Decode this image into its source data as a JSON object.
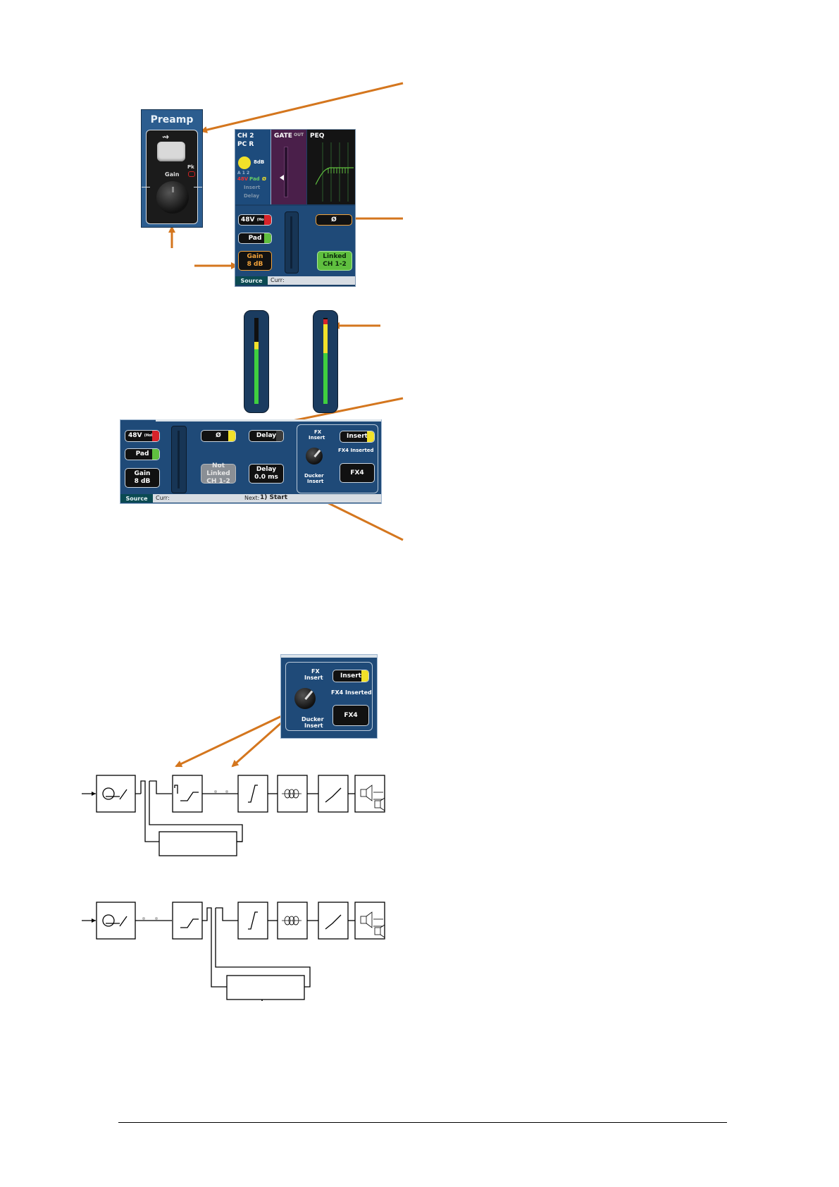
{
  "preamp_panel": {
    "title": "Preamp",
    "gain_label": "Gain",
    "pk_label": "Pk"
  },
  "channel_screen": {
    "ch_name": "CH 2",
    "ch_source": "PC R",
    "gain_small": "8dB",
    "ab_label": "A 1 2",
    "phantom_small": "48V",
    "pad_small": "Pad",
    "polarity_small": "Ø",
    "insert_small": "Insert",
    "delay_small": "Delay",
    "gate_label": "GATE",
    "gate_state": "OUT",
    "peq_label": "PEQ",
    "btn_48v": "48V",
    "btn_48v_hold": "(Hold)",
    "btn_pad": "Pad",
    "btn_gain_label": "Gain",
    "btn_gain_value": "8 dB",
    "btn_phase": "Ø",
    "btn_linked_1": "Linked",
    "btn_linked_2": "CH 1-2",
    "tab_source": "Source",
    "status_curr": "Curr:"
  },
  "source_strip": {
    "btn_48v": "48V",
    "btn_48v_hold": "(Hold)",
    "btn_pad": "Pad",
    "btn_gain_label": "Gain",
    "btn_gain_value": "8 dB",
    "btn_phase": "Ø",
    "btn_delay": "Delay",
    "btn_notlinked_1": "Not Linked",
    "btn_notlinked_2": "CH 1-2",
    "btn_delayval_1": "Delay",
    "btn_delayval_2": "0.0 ms",
    "fx_insert_1": "FX",
    "fx_insert_2": "Insert",
    "ducker_insert_1": "Ducker",
    "ducker_insert_2": "Insert",
    "btn_insert": "Insert",
    "fx_inserted": "FX4 Inserted",
    "btn_fx4": "FX4",
    "tab_source": "Source",
    "status_curr": "Curr:",
    "status_next": "Next:",
    "status_next_scene": "1) Start"
  },
  "insert_zoom": {
    "fx_insert_1": "FX",
    "fx_insert_2": "Insert",
    "ducker_insert_1": "Ducker",
    "ducker_insert_2": "Insert",
    "btn_insert": "Insert",
    "fx_inserted": "FX4 Inserted",
    "btn_fx4": "FX4"
  },
  "meters": {
    "meter_left_level": 0.72,
    "meter_right_level": 0.98
  },
  "colors": {
    "arrow": "#d4761e",
    "panel_blue": "#1f4a78",
    "led_red": "#d8232a",
    "led_green": "#5fbf3f",
    "led_yellow": "#f2e12a"
  }
}
